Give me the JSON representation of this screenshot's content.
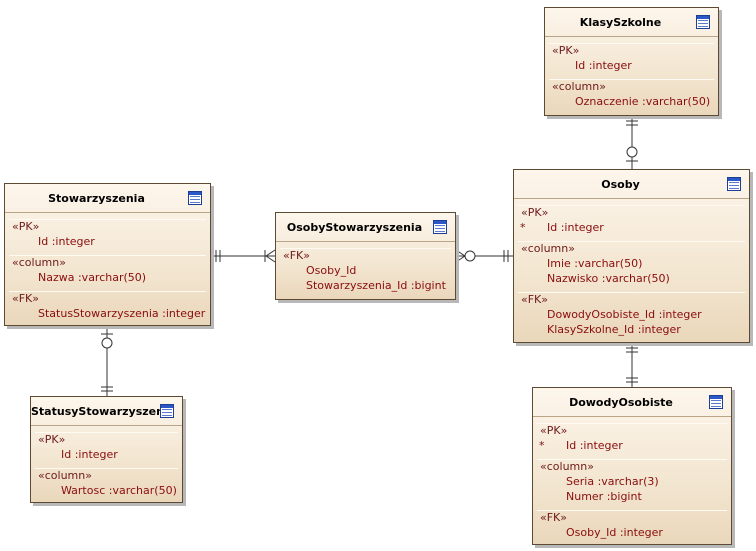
{
  "entities": {
    "klasy_szkolne": {
      "title": "KlasySzkolne",
      "sections": [
        {
          "stereotype": "«PK»",
          "attributes": [
            {
              "marker": "",
              "text": "Id  :integer"
            }
          ]
        },
        {
          "stereotype": "«column»",
          "attributes": [
            {
              "marker": "",
              "text": "Oznaczenie  :varchar(50)"
            }
          ]
        }
      ]
    },
    "osoby": {
      "title": "Osoby",
      "sections": [
        {
          "stereotype": "«PK»",
          "attributes": [
            {
              "marker": "*",
              "text": "Id  :integer"
            }
          ]
        },
        {
          "stereotype": "«column»",
          "attributes": [
            {
              "marker": "",
              "text": "Imie  :varchar(50)"
            },
            {
              "marker": "",
              "text": "Nazwisko  :varchar(50)"
            }
          ]
        },
        {
          "stereotype": "«FK»",
          "attributes": [
            {
              "marker": "",
              "text": "DowodyOsobiste_Id  :integer"
            },
            {
              "marker": "",
              "text": "KlasySzkolne_Id  :integer"
            }
          ]
        }
      ]
    },
    "stowarzyszenia": {
      "title": "Stowarzyszenia",
      "sections": [
        {
          "stereotype": "«PK»",
          "attributes": [
            {
              "marker": "",
              "text": "Id  :integer"
            }
          ]
        },
        {
          "stereotype": "«column»",
          "attributes": [
            {
              "marker": "",
              "text": "Nazwa  :varchar(50)"
            }
          ]
        },
        {
          "stereotype": "«FK»",
          "attributes": [
            {
              "marker": "",
              "text": "StatusStowarzyszenia  :integer"
            }
          ]
        }
      ]
    },
    "osoby_stowarzyszenia": {
      "title": "OsobyStowarzyszenia",
      "sections": [
        {
          "stereotype": "«FK»",
          "attributes": [
            {
              "marker": "",
              "text": "Osoby_Id"
            },
            {
              "marker": "",
              "text": "Stowarzyszenia_Id  :bigint"
            }
          ]
        }
      ]
    },
    "statusy_stowarzyszen": {
      "title": "StatusyStowarzyszen",
      "sections": [
        {
          "stereotype": "«PK»",
          "attributes": [
            {
              "marker": "",
              "text": "Id  :integer"
            }
          ]
        },
        {
          "stereotype": "«column»",
          "attributes": [
            {
              "marker": "",
              "text": "Wartosc  :varchar(50)"
            }
          ]
        }
      ]
    },
    "dowody_osobiste": {
      "title": "DowodyOsobiste",
      "sections": [
        {
          "stereotype": "«PK»",
          "attributes": [
            {
              "marker": "*",
              "text": "Id  :integer"
            }
          ]
        },
        {
          "stereotype": "«column»",
          "attributes": [
            {
              "marker": "",
              "text": "Seria  :varchar(3)"
            },
            {
              "marker": "",
              "text": "Numer  :bigint"
            }
          ]
        },
        {
          "stereotype": "«FK»",
          "attributes": [
            {
              "marker": "",
              "text": "Osoby_Id  :integer"
            }
          ]
        }
      ]
    }
  },
  "relationships": [
    {
      "from": "klasy_szkolne",
      "to": "osoby",
      "from_end": "one",
      "to_end": "zero-or-one"
    },
    {
      "from": "stowarzyszenia",
      "to": "osoby_stowarzyszenia",
      "from_end": "one",
      "to_end": "one-or-many"
    },
    {
      "from": "osoby_stowarzyszenia",
      "to": "osoby",
      "from_end": "zero-or-many",
      "to_end": "one"
    },
    {
      "from": "stowarzyszenia",
      "to": "statusy_stowarzyszen",
      "from_end": "zero-or-one",
      "to_end": "one"
    },
    {
      "from": "osoby",
      "to": "dowody_osobiste",
      "from_end": "one",
      "to_end": "one"
    }
  ],
  "colors": {
    "header_text": "#000000",
    "attribute_text": "#8a0d0d",
    "line": "#333333",
    "border": "#5d4a33"
  },
  "icons": {
    "entity": "table-icon"
  }
}
